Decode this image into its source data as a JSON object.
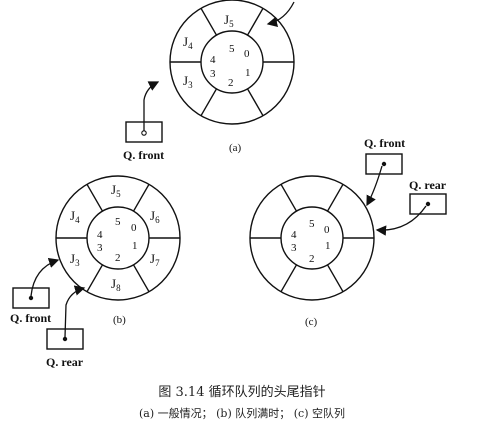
{
  "diagrams": [
    {
      "id": "a",
      "tag": "(a)",
      "slot_labels": [
        {
          "main": "J",
          "sub": "5"
        },
        {
          "main": "J",
          "sub": "4"
        },
        {
          "main": "J",
          "sub": "3"
        }
      ],
      "numbers": [
        "5",
        "0",
        "4",
        "1",
        "3",
        "2"
      ],
      "pointers": [
        {
          "text": "Q. front"
        }
      ]
    },
    {
      "id": "b",
      "tag": "(b)",
      "slot_labels": [
        {
          "main": "J",
          "sub": "5"
        },
        {
          "main": "J",
          "sub": "6"
        },
        {
          "main": "J",
          "sub": "4"
        },
        {
          "main": "J",
          "sub": "3"
        },
        {
          "main": "J",
          "sub": "7"
        },
        {
          "main": "J",
          "sub": "8"
        }
      ],
      "numbers": [
        "5",
        "0",
        "4",
        "1",
        "3",
        "2"
      ],
      "pointers": [
        {
          "text": "Q. front"
        },
        {
          "text": "Q. rear"
        }
      ]
    },
    {
      "id": "c",
      "tag": "(c)",
      "slot_labels": [],
      "numbers": [
        "5",
        "0",
        "4",
        "1",
        "3",
        "2"
      ],
      "pointers": [
        {
          "text": "Q. front"
        },
        {
          "text": "Q. rear"
        }
      ]
    }
  ],
  "caption": {
    "title": "图 3.14   循环队列的头尾指针",
    "subtitle": "(a) 一般情况； (b) 队列满时； (c) 空队列"
  }
}
